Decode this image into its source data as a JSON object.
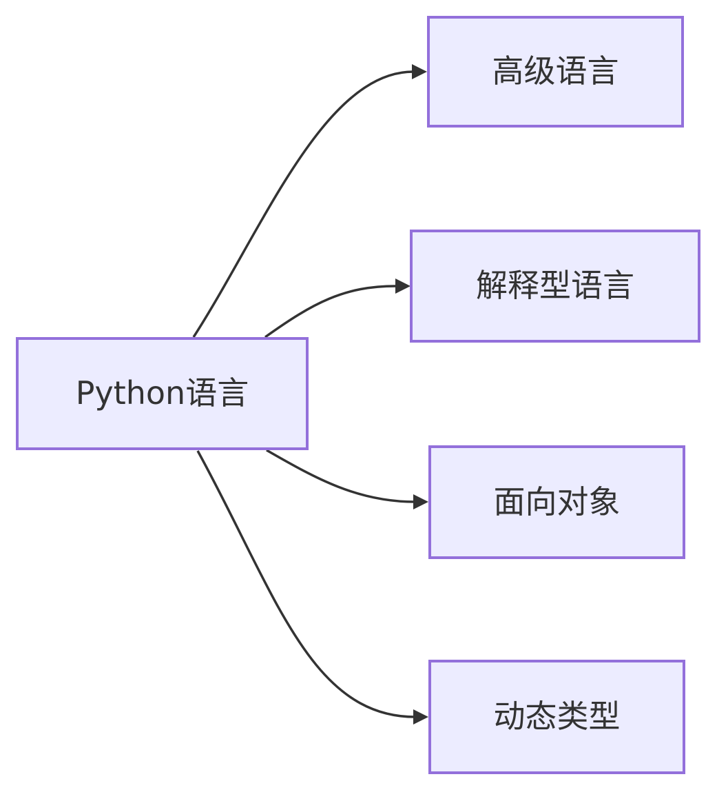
{
  "diagram": {
    "type": "flowchart",
    "direction": "LR",
    "root": {
      "id": "python",
      "label": "Python语言"
    },
    "children": [
      {
        "id": "high-level",
        "label": "高级语言"
      },
      {
        "id": "interpreted",
        "label": "解释型语言"
      },
      {
        "id": "object-oriented",
        "label": "面向对象"
      },
      {
        "id": "dynamic-typing",
        "label": "动态类型"
      }
    ],
    "edges": [
      {
        "from": "Python语言",
        "to": "高级语言",
        "style": "curved-arrow"
      },
      {
        "from": "Python语言",
        "to": "解释型语言",
        "style": "curved-arrow"
      },
      {
        "from": "Python语言",
        "to": "面向对象",
        "style": "curved-arrow"
      },
      {
        "from": "Python语言",
        "to": "动态类型",
        "style": "curved-arrow"
      }
    ]
  },
  "colors": {
    "node_fill": "#ECECFF",
    "node_border": "#9370DB",
    "edge": "#333333",
    "text": "#333333",
    "background": "#FFFFFF"
  }
}
